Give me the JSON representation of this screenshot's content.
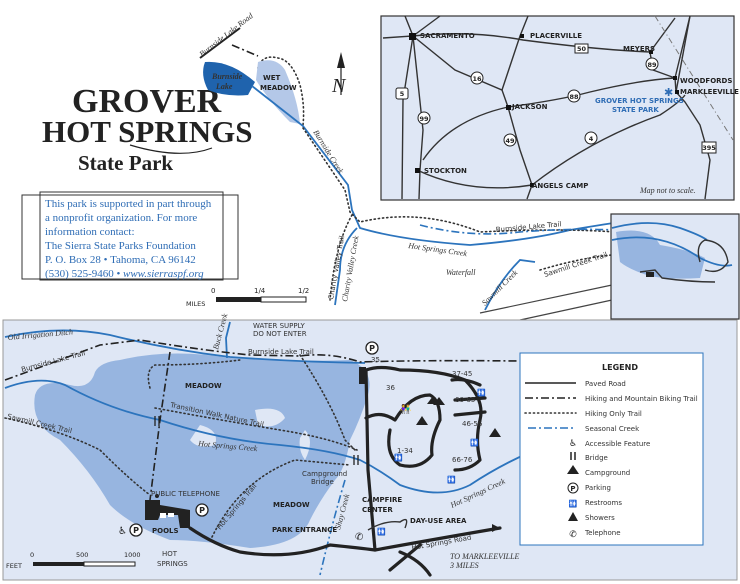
{
  "title": {
    "line1": "GROVER",
    "line2": "HOT SPRINGS",
    "line3": "State Park"
  },
  "info_box": {
    "lines": [
      "This park is supported in part through",
      "a nonprofit organization. For more",
      "information contact:",
      "The Sierra State Parks Foundation",
      "P. O. Box 28 • Tahoma, CA 96142"
    ],
    "phone": "(530) 525-9460 •",
    "website": "www.sierraspf.org"
  },
  "colors": {
    "water": "#2c74bd",
    "meadow": "#7fa4d8",
    "map_background": "#dfe7f5",
    "text_blue": "#2f6db5"
  },
  "overview_map": {
    "labels": {
      "burnside_lake_road": "Burnside Lake Road",
      "burnside_lake": [
        "Burnside",
        "Lake"
      ],
      "wet_meadow": [
        "WET",
        "MEADOW"
      ],
      "burnside_creek": "Burnside Creek",
      "charity_valley_trail": "Charity Valley Trail",
      "charity_valley_creek": "Charity Valley Creek",
      "burnside_lake_trail": "Burnside Lake Trail",
      "hot_springs_creek": "Hot Springs Creek",
      "waterfall": "Waterfall",
      "sawmill_creek": "Sawmill Creek",
      "sawmill_creek_trail": "Sawmill Creek Trail"
    },
    "compass": "N",
    "scale": {
      "unit": "MILES",
      "ticks": [
        "0",
        "1/4",
        "1/2"
      ]
    }
  },
  "region_map": {
    "towns": {
      "sacramento": "SACRAMENTO",
      "placerville": "PLACERVILLE",
      "meyers": "MEYERS",
      "woodfords": "WOODFORDS",
      "markleeville": "MARKLEEVILLE",
      "jackson": "JACKSON",
      "stockton": "STOCKTON",
      "angels_camp": "ANGELS CAMP"
    },
    "highways": [
      "5",
      "99",
      "16",
      "50",
      "89",
      "88",
      "49",
      "4",
      "395"
    ],
    "park": [
      "GROVER HOT SPRINGS",
      "STATE PARK"
    ],
    "note": "Map not to scale."
  },
  "detail_map": {
    "labels": {
      "old_irrigation_ditch": "Old Irrigation Ditch",
      "buck_creek": "Buck Creek",
      "water_supply": [
        "WATER SUPPLY",
        "DO NOT ENTER"
      ],
      "burnside_lake_trail": "Burnside Lake Trail",
      "meadow_north": "MEADOW",
      "transition_walk": "Transition Walk Nature Trail",
      "hot_springs_creek": "Hot Springs Creek",
      "sawmill_creek_trail": "Sawmill Creek Trail",
      "campground_bridge": [
        "Campground",
        "Bridge"
      ],
      "hot_springs_trail": "Hot Springs Trail",
      "public_telephone": "PUBLIC TELEPHONE",
      "pools": "POOLS",
      "meadow_south": "MEADOW",
      "park_entrance": "PARK ENTRANCE",
      "shay_creek": "Shay Creek",
      "campfire_center": [
        "CAMPFIRE",
        "CENTER"
      ],
      "day_use_area": "DAY-USE AREA",
      "hot_springs_road": "Hot Springs Road",
      "hot_springs_creek_east": "Hot Springs Creek",
      "to_markleeville": [
        "TO MARKLEEVILLE",
        "3 MILES"
      ],
      "hot_springs": [
        "HOT",
        "SPRINGS"
      ]
    },
    "campsites": [
      "35",
      "36",
      "37-45",
      "60-65",
      "46-56",
      "1-34",
      "66-76"
    ],
    "scale": {
      "unit": "FEET",
      "ticks": [
        "0",
        "500",
        "1000"
      ]
    }
  },
  "legend": {
    "title": "LEGEND",
    "items": [
      {
        "icon": "paved-road-line",
        "label": "Paved Road"
      },
      {
        "icon": "dash-dot-line",
        "label": "Hiking and Mountain Biking Trail"
      },
      {
        "icon": "dotted-line",
        "label": "Hiking Only Trail"
      },
      {
        "icon": "blue-dash-dot-line",
        "label": "Seasonal Creek"
      },
      {
        "icon": "wheelchair-icon",
        "label": "Accessible Feature"
      },
      {
        "icon": "bridge-icon",
        "label": "Bridge"
      },
      {
        "icon": "tent-icon",
        "label": "Campground"
      },
      {
        "icon": "parking-icon",
        "label": "Parking"
      },
      {
        "icon": "restroom-icon",
        "label": "Restrooms"
      },
      {
        "icon": "shower-icon",
        "label": "Showers"
      },
      {
        "icon": "telephone-icon",
        "label": "Telephone"
      }
    ]
  }
}
